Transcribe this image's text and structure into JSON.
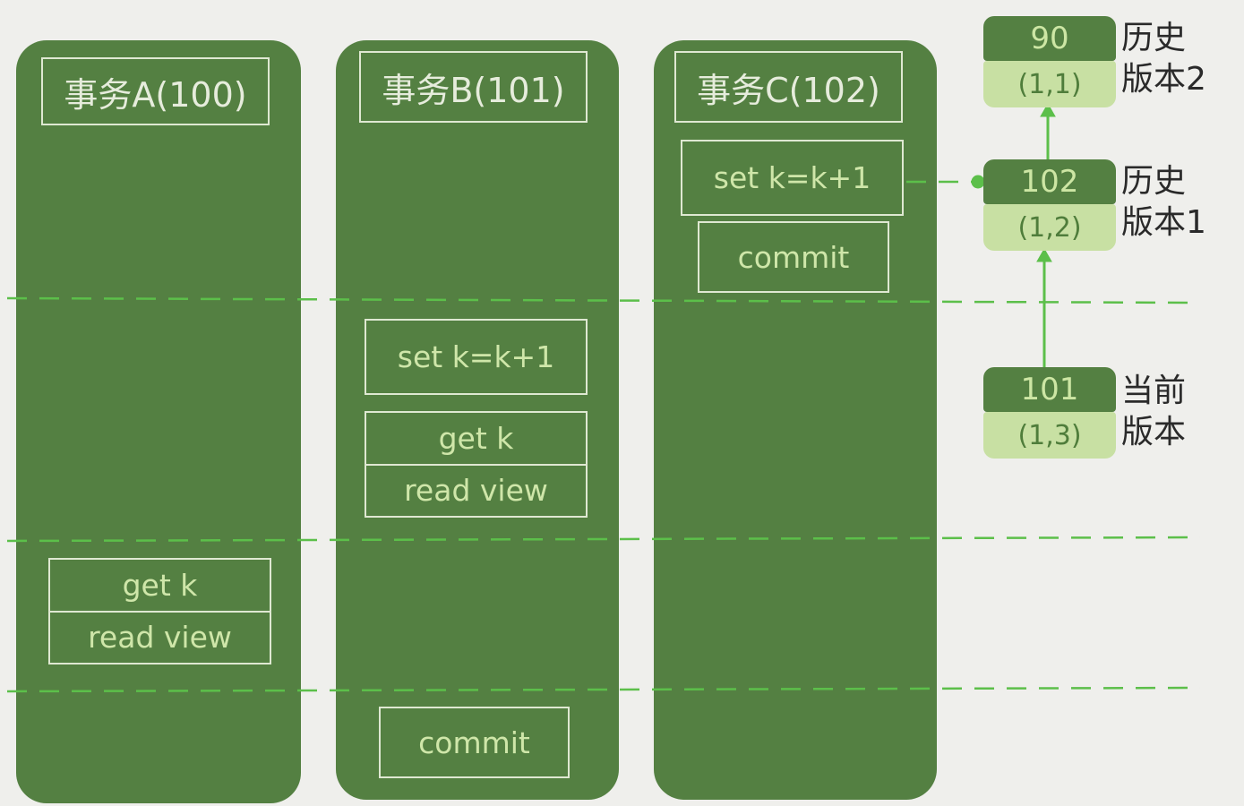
{
  "transactions": [
    {
      "title": "事务A(100)",
      "get": "get k",
      "read_view": "read view"
    },
    {
      "title": "事务B(101)",
      "set": "set k=k+1",
      "get": "get k",
      "read_view": "read view",
      "commit": "commit"
    },
    {
      "title": "事务C(102)",
      "set": "set k=k+1",
      "commit": "commit"
    }
  ],
  "versions": [
    {
      "value": "90",
      "trx": "(1,1)",
      "label_line1": "历史",
      "label_line2": "版本2"
    },
    {
      "value": "102",
      "trx": "(1,2)",
      "label_line1": "历史",
      "label_line2": "版本1"
    },
    {
      "value": "101",
      "trx": "(1,3)",
      "label_line1": "当前",
      "label_line2": "版本"
    }
  ],
  "colors": {
    "background": "#efefec",
    "column_fill": "#548042",
    "box_border": "#dfe8d2",
    "box_text": "#cfe6a9",
    "version_light": "#c8e0a3",
    "dash_line": "#5cbf4a"
  }
}
